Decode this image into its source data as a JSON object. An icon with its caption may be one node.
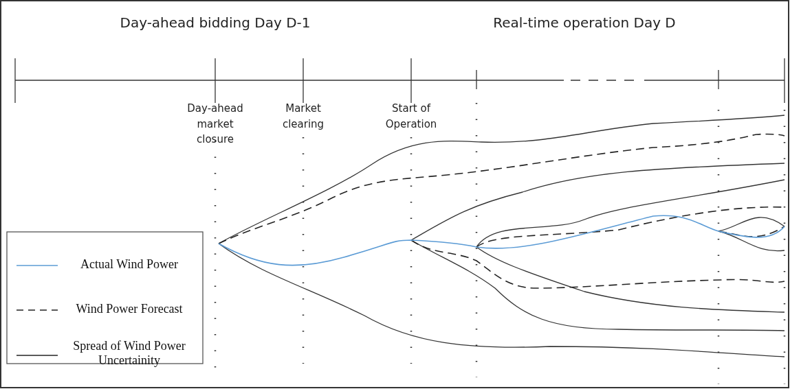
{
  "diagram": {
    "labels": [
      "Day-ahead bidding Day D-1",
      "Real-time operation Day D",
      "Day-ahead market closure",
      "Market clearing",
      "Start of Operation"
    ],
    "legend": [
      {
        "text": "Actual Wind Power"
      },
      {
        "text": "Wind Power Forecast"
      },
      {
        "text": "Spread of Wind Power Uncertainity"
      }
    ]
  }
}
